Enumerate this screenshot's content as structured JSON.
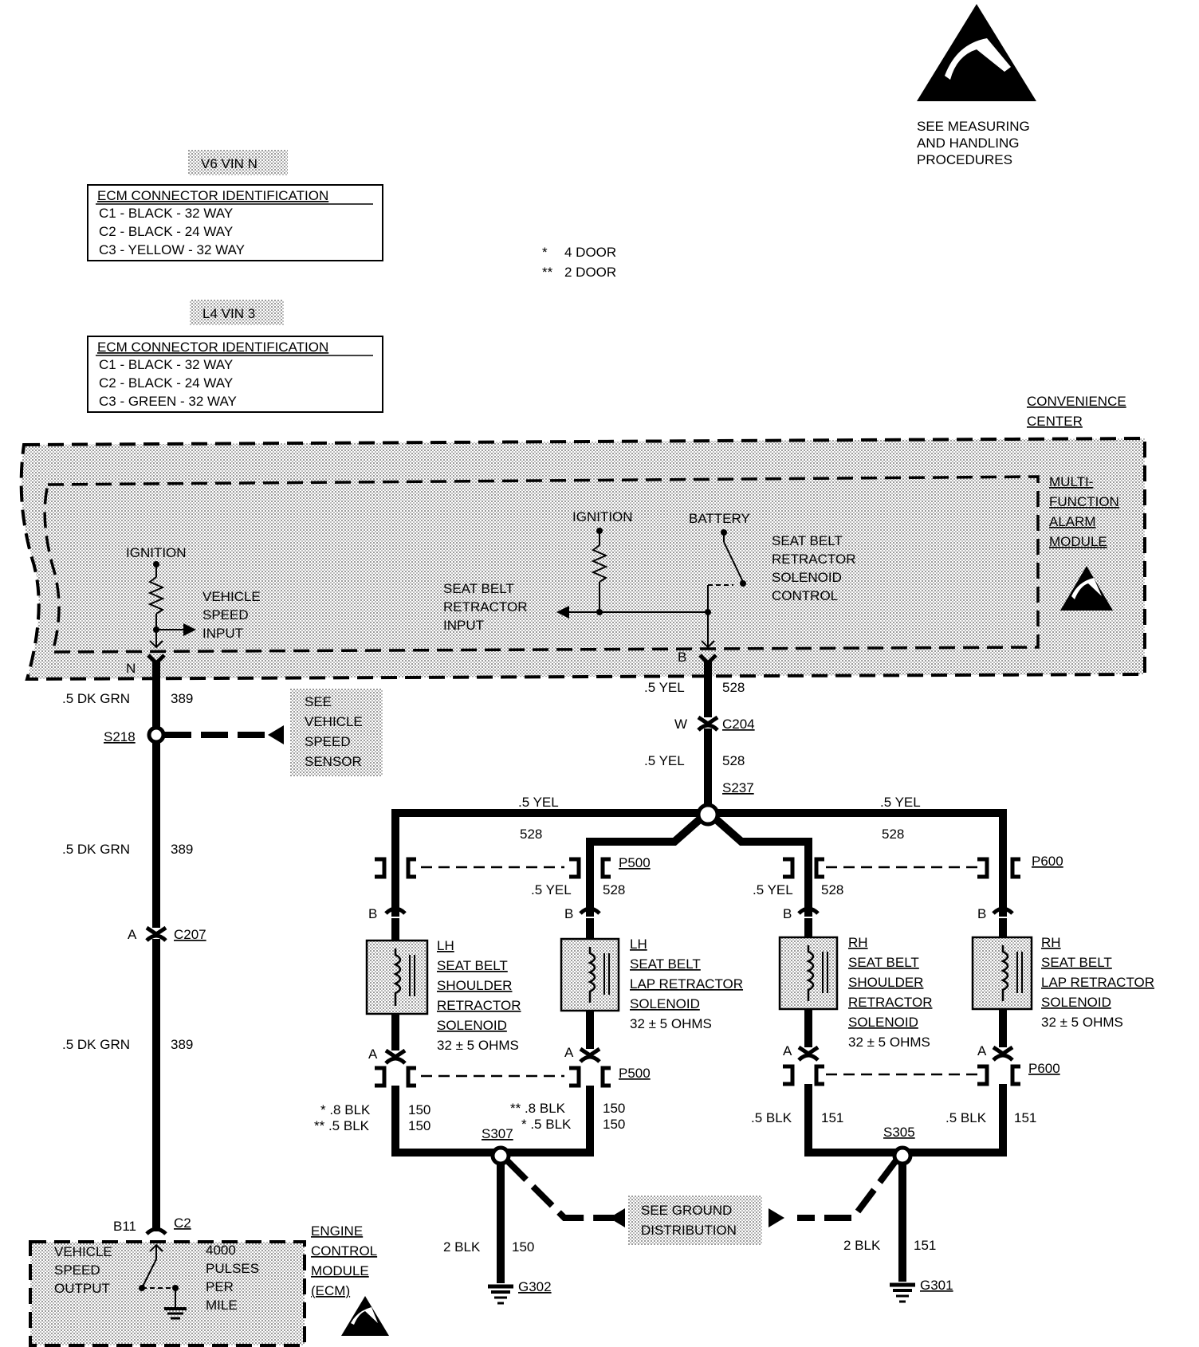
{
  "esd_top": [
    "SEE MEASURING",
    "AND HANDLING",
    "PROCEDURES"
  ],
  "doors": {
    "four": "4 DOOR",
    "four_mark": "*",
    "two": "2 DOOR",
    "two_mark": "**"
  },
  "ecm_v6": {
    "variant": "V6 VIN N",
    "title": "ECM CONNECTOR IDENTIFICATION",
    "rows": [
      "C1 - BLACK - 32 WAY",
      "C2 - BLACK - 24 WAY",
      "C3 - YELLOW - 32 WAY"
    ]
  },
  "ecm_l4": {
    "variant": "L4 VIN 3",
    "title": "ECM CONNECTOR IDENTIFICATION",
    "rows": [
      "C1 - BLACK - 32 WAY",
      "C2 - BLACK - 24 WAY",
      "C3 - GREEN - 32 WAY"
    ]
  },
  "convenience": [
    "CONVENIENCE",
    "CENTER"
  ],
  "mfam": [
    "MULTI-",
    "FUNCTION",
    "ALARM",
    "MODULE"
  ],
  "ign_left": "IGNITION",
  "vsi": [
    "VEHICLE",
    "SPEED",
    "INPUT"
  ],
  "ign_mid": "IGNITION",
  "battery": "BATTERY",
  "sbr_input": [
    "SEAT BELT",
    "RETRACTOR",
    "INPUT"
  ],
  "sbr_control": [
    "SEAT BELT",
    "RETRACTOR",
    "SOLENOID",
    "CONTROL"
  ],
  "pin_n": "N",
  "pin_b": "B",
  "left_wire": {
    "w1": ".5 DK GRN",
    "c1": "389",
    "s218": "S218",
    "w2": ".5 DK GRN",
    "c2": "389",
    "pin_a": "A",
    "c207": "C207",
    "w3": ".5 DK GRN",
    "c3": "389",
    "b11": "B11",
    "c2conn": "C2"
  },
  "vss_ref": [
    "SEE",
    "VEHICLE",
    "SPEED",
    "SENSOR"
  ],
  "ecm_box": {
    "vso": [
      "VEHICLE",
      "SPEED",
      "OUTPUT"
    ],
    "pulses": [
      "4000",
      "PULSES",
      "PER",
      "MILE"
    ],
    "name": [
      "ENGINE",
      "CONTROL",
      "MODULE",
      "(ECM)"
    ]
  },
  "center_wire": {
    "w1": ".5 YEL",
    "c1": "528",
    "pin_w": "W",
    "c204": "C204",
    "w2": ".5 YEL",
    "c2": "528",
    "s237": "S237"
  },
  "bus": {
    "left_w": ".5 YEL",
    "left_c": "528",
    "right_w": ".5 YEL",
    "right_c": "528"
  },
  "p500": "P500",
  "p600": "P600",
  "sol_wires": {
    "lap_l_w": ".5 YEL",
    "lap_l_c": "528",
    "shd_r_w": ".5 YEL",
    "shd_r_c": "528"
  },
  "pins": {
    "b": "B",
    "a": "A"
  },
  "solenoids": {
    "lh_shoulder": [
      "LH",
      "SEAT BELT",
      "SHOULDER",
      "RETRACTOR",
      "SOLENOID",
      "32 ± 5 OHMS"
    ],
    "lh_lap": [
      "LH",
      "SEAT BELT",
      "LAP RETRACTOR",
      "SOLENOID",
      "32 ± 5 OHMS"
    ],
    "rh_shoulder": [
      "RH",
      "SEAT BELT",
      "SHOULDER",
      "RETRACTOR",
      "SOLENOID",
      "32 ± 5 OHMS"
    ],
    "rh_lap": [
      "RH",
      "SEAT BELT",
      "LAP RETRACTOR",
      "SOLENOID",
      "32 ± 5 OHMS"
    ]
  },
  "grounds_top": {
    "l1": "* .8 BLK",
    "l1c": "150",
    "l2": "** .5 BLK",
    "l2c": "150",
    "m1": "** .8 BLK",
    "m1c": "150",
    "m2": "* .5 BLK",
    "m2c": "150",
    "r1": ".5 BLK",
    "r1c": "151",
    "r2": ".5 BLK",
    "r2c": "151"
  },
  "s307": "S307",
  "s305": "S305",
  "ground_ref": [
    "SEE GROUND",
    "DISTRIBUTION"
  ],
  "g302": {
    "w": "2 BLK",
    "c": "150",
    "name": "G302"
  },
  "g301": {
    "w": "2 BLK",
    "c": "151",
    "name": "G301"
  }
}
